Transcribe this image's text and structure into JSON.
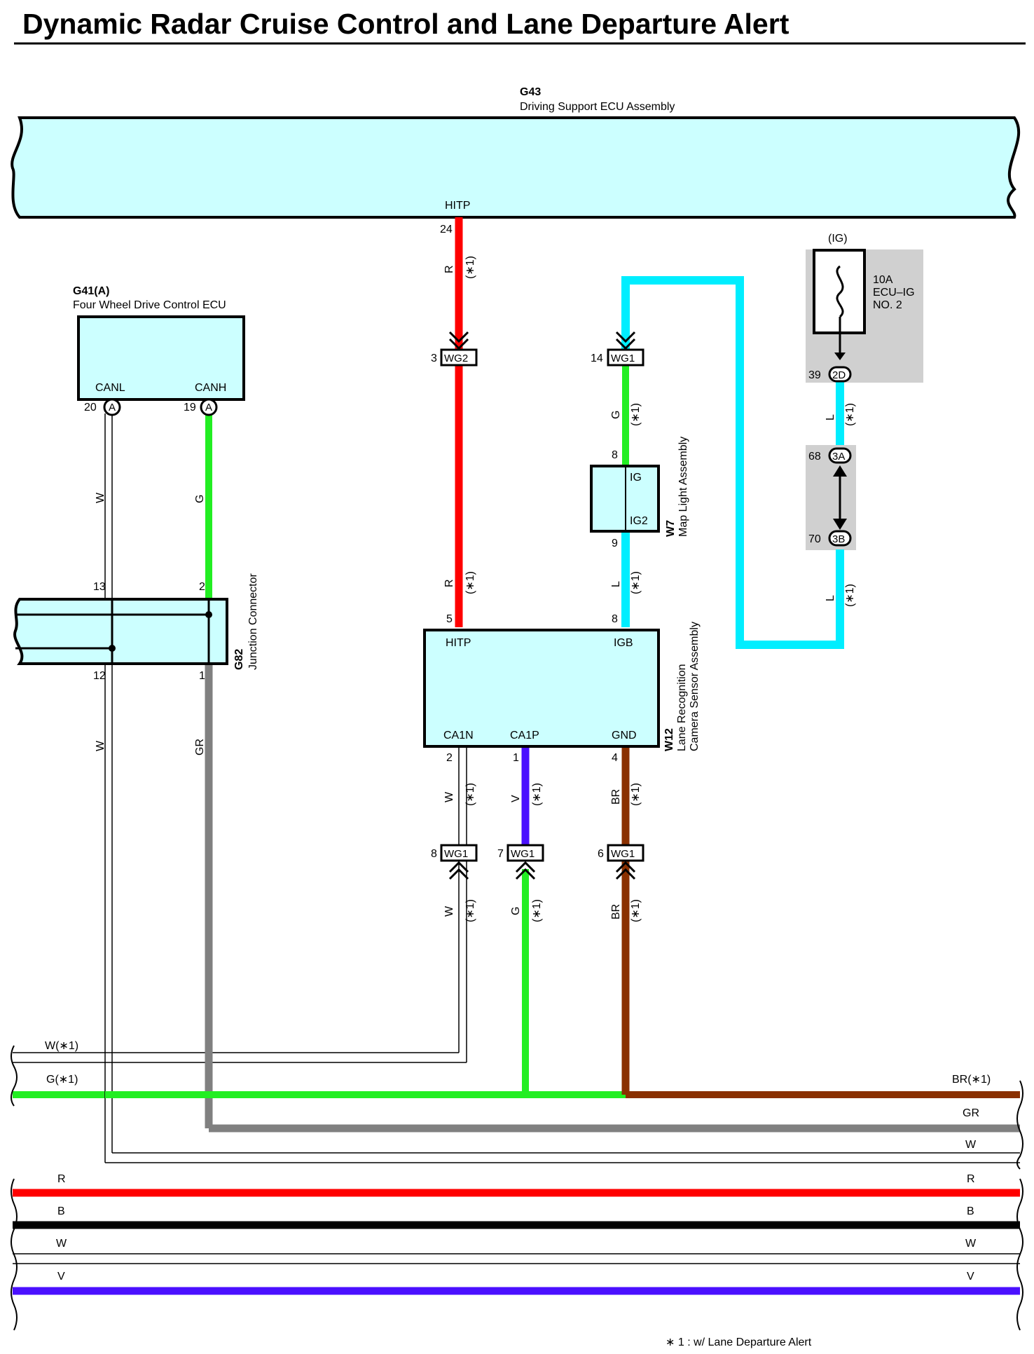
{
  "title": "Dynamic Radar Cruise Control and Lane Departure Alert",
  "colors": {
    "R": "#ff0000",
    "G": "#22ee22",
    "L": "#00eeff",
    "V": "#4a10ff",
    "BR": "#8a3000",
    "GR": "#808080",
    "B": "#000000",
    "W": "#ffffff",
    "component_fill": "#ccffff",
    "shade": "#d0d0d0"
  },
  "components": {
    "g43": {
      "code": "G43",
      "name": "Driving Support ECU Assembly",
      "pin_name": "HITP",
      "pin_no": "24"
    },
    "g41": {
      "code": "G41(A)",
      "name": "Four Wheel Drive Control ECU",
      "pin1_name": "CANL",
      "pin1_no": "20",
      "pin2_name": "CANH",
      "pin2_no": "19",
      "connector_letter": "A"
    },
    "g82": {
      "code": "G82",
      "name": "Junction Connector",
      "pin_tl": "13",
      "pin_tr": "2",
      "pin_bl": "12",
      "pin_br": "1"
    },
    "w7": {
      "code": "W7",
      "name": "Map Light Assembly",
      "pin_top_name": "IG",
      "pin_top_no": "8",
      "pin_bot_name": "IG2",
      "pin_bot_no": "9"
    },
    "w12": {
      "code": "W12",
      "name_line1": "Lane Recognition",
      "name_line2": "Camera Sensor Assembly",
      "hitp": "HITP",
      "hitp_no": "5",
      "igb": "IGB",
      "igb_no": "8",
      "ca1n": "CA1N",
      "ca1n_no": "2",
      "ca1p": "CA1P",
      "ca1p_no": "1",
      "gnd": "GND",
      "gnd_no": "4"
    },
    "fuse": {
      "supply": "(IG)",
      "rating": "10A",
      "name_line1": "ECU–IG",
      "name_line2": "NO. 2"
    }
  },
  "connectors": {
    "wg2": {
      "label": "WG2",
      "pin": "3"
    },
    "wg1_top": {
      "label": "WG1",
      "pin": "14"
    },
    "wg1_8": {
      "label": "WG1",
      "pin": "8"
    },
    "wg1_7": {
      "label": "WG1",
      "pin": "7"
    },
    "wg1_6": {
      "label": "WG1",
      "pin": "6"
    },
    "c2d": {
      "label": "2D",
      "pin": "39"
    },
    "c3a": {
      "label": "3A",
      "pin": "68"
    },
    "c3b": {
      "label": "3B",
      "pin": "70"
    }
  },
  "wire_labels": {
    "r": "R",
    "g": "G",
    "w": "W",
    "gr": "GR",
    "l": "L",
    "v": "V",
    "br": "BR",
    "b": "B",
    "note": "(∗1)"
  },
  "bus_labels": {
    "w_star": "W(∗1)",
    "g_star": "G(∗1)",
    "br_star": "BR(∗1)",
    "gr": "GR",
    "w": "W",
    "r": "R",
    "b": "B",
    "v": "V"
  },
  "footnote": "∗ 1 : w/ Lane Departure Alert"
}
